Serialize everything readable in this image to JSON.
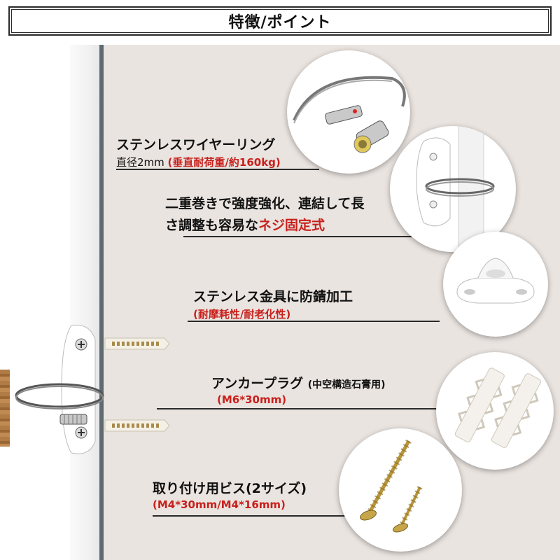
{
  "header": {
    "title": "特徴/ポイント"
  },
  "features": [
    {
      "title": "ステンレスワイヤーリング",
      "line2_prefix": "直径2mm ",
      "line2_red": "(垂直耐荷重/約160kg)"
    },
    {
      "line1": "二重巻きで強度強化、連結して長",
      "line2_prefix": "さ調整も容易な",
      "line2_red": "ネジ固定式"
    },
    {
      "title": "ステンレス金具に防錆加工",
      "line2_red": "(耐摩耗性/耐老化性)"
    },
    {
      "title": "アンカープラグ",
      "title_small": "(中空構造石膏用)",
      "line2_red": "(M6*30mm)"
    },
    {
      "title": "取り付け用ビス(2サイズ)",
      "line2_red": "(M4*30mm/M4*16mm)"
    }
  ],
  "colors": {
    "accent_red": "#c8201c",
    "panel_bg": "#eae4e0",
    "text": "#111111"
  },
  "icons": [
    "wire-ring-icon",
    "bracket-with-wire-icon",
    "metal-bracket-icon",
    "anchor-plug-icon",
    "screw-icon"
  ]
}
